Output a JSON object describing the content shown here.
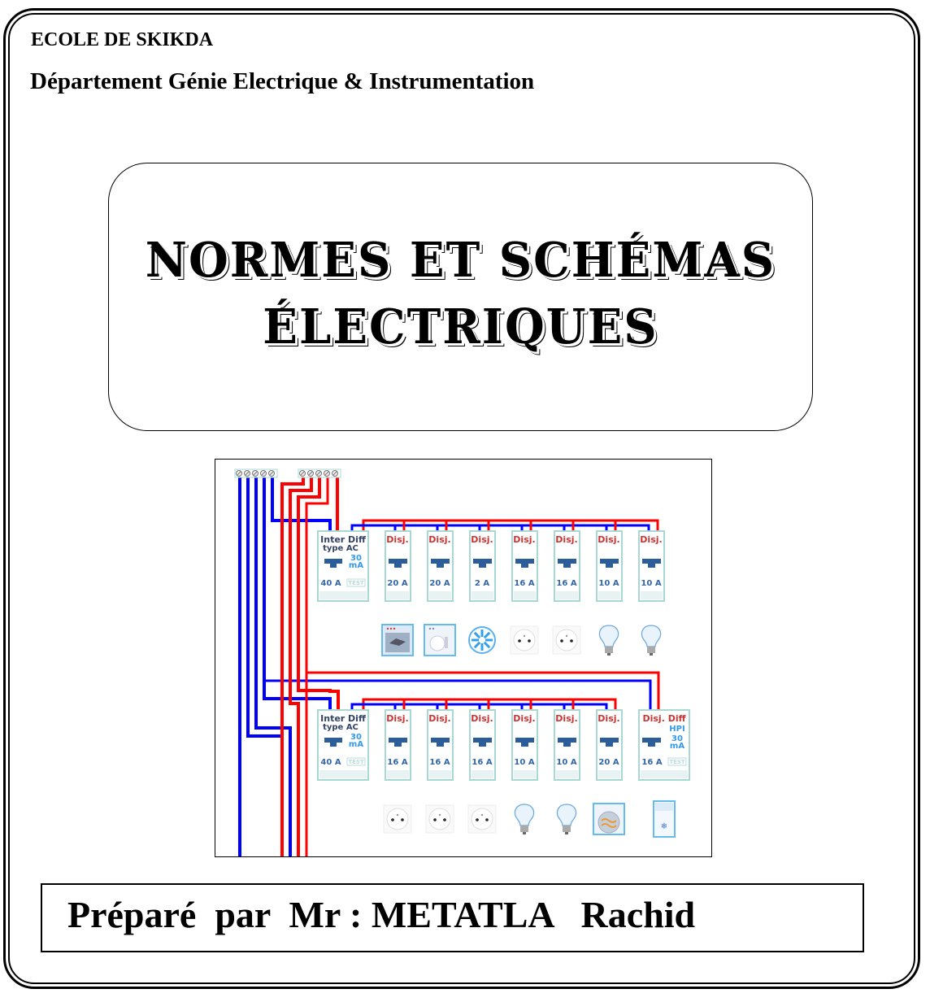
{
  "header": {
    "school": "ECOLE DE SKIKDA",
    "department": "Département  Génie Electrique & Instrumentation"
  },
  "title": {
    "line1": "NORMES ET SCHÉMAS",
    "line2": "ÉLECTRIQUES"
  },
  "figure": {
    "description": "Tableau électrique domestique",
    "colors": {
      "neutral": "#0000ff",
      "phase": "#ff0000",
      "module_border": "#a8d8d4",
      "label_red": "#cc3333",
      "label_blue": "#3366aa",
      "label_light_blue": "#3399ee"
    },
    "rows": [
      {
        "main": {
          "line1": "Inter Diff",
          "line2": "type AC",
          "sens": "30",
          "sens_unit": "mA",
          "rating": "40 A",
          "test": "TEST"
        },
        "breakers": [
          {
            "label": "Disj.",
            "rating": "20 A",
            "load": "oven"
          },
          {
            "label": "Disj.",
            "rating": "20 A",
            "load": "dishwasher"
          },
          {
            "label": "Disj.",
            "rating": "2 A",
            "load": "vmc-fan"
          },
          {
            "label": "Disj.",
            "rating": "16 A",
            "load": "socket"
          },
          {
            "label": "Disj.",
            "rating": "16 A",
            "load": "socket"
          },
          {
            "label": "Disj.",
            "rating": "10 A",
            "load": "light-bulb"
          },
          {
            "label": "Disj.",
            "rating": "10 A",
            "load": "light-bulb"
          }
        ]
      },
      {
        "main": {
          "line1": "Inter Diff",
          "line2": "type AC",
          "sens": "30",
          "sens_unit": "mA",
          "rating": "40 A",
          "test": "TEST"
        },
        "breakers": [
          {
            "label": "Disj.",
            "rating": "16 A",
            "load": "socket"
          },
          {
            "label": "Disj.",
            "rating": "16 A",
            "load": "socket"
          },
          {
            "label": "Disj.",
            "rating": "16 A",
            "load": "socket"
          },
          {
            "label": "Disj.",
            "rating": "10 A",
            "load": "light-bulb"
          },
          {
            "label": "Disj.",
            "rating": "10 A",
            "load": "light-bulb"
          },
          {
            "label": "Disj.",
            "rating": "20 A",
            "load": "washing-machine"
          }
        ],
        "hpi": {
          "line1": "Disj. Diff",
          "line2": "HPI",
          "sens": "30",
          "sens_unit": "mA",
          "rating": "16 A",
          "test": "TEST",
          "load": "freezer"
        }
      }
    ]
  },
  "author": {
    "text": "Préparé  par  Mr : METATLA   Rachid"
  }
}
